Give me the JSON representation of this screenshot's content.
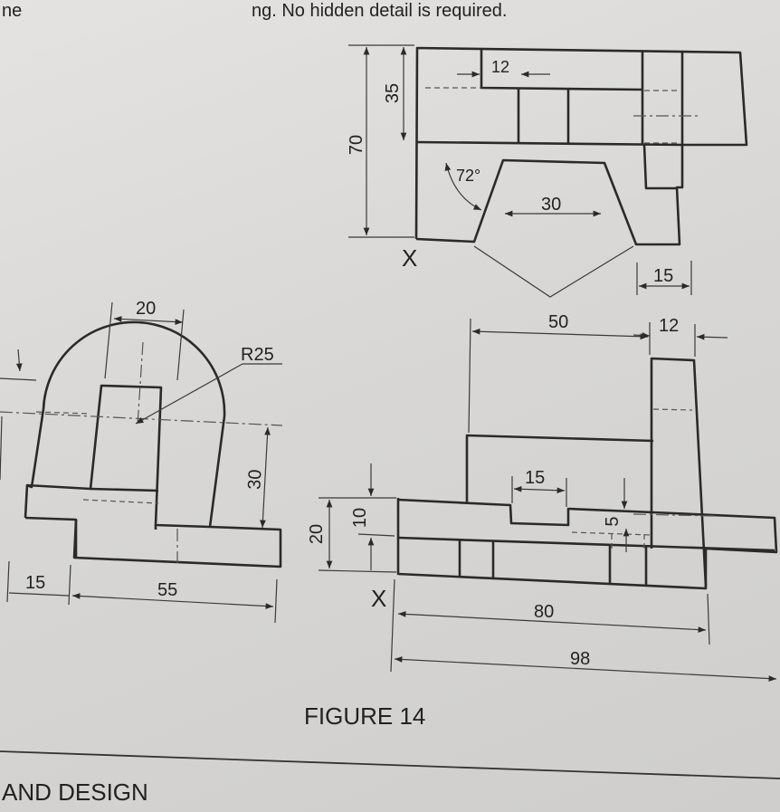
{
  "header": {
    "left_fragment": "ne",
    "instruction_fragment": "ng. No hidden detail is required."
  },
  "plan_view": {
    "dim_70": "70",
    "dim_35": "35",
    "dim_12": "12",
    "angle": "72°",
    "dim_30": "30",
    "dim_15": "15",
    "ref_x": "X"
  },
  "end_view": {
    "dim_20": "20",
    "radius": "R25",
    "dim_30": "30",
    "dim_15": "15",
    "dim_55": "55"
  },
  "front_view": {
    "dim_50": "50",
    "dim_12": "12",
    "dim_15": "15",
    "dim_5": "5",
    "dim_20": "20",
    "dim_10": "10",
    "dim_80": "80",
    "dim_98": "98",
    "ref_x": "X"
  },
  "caption": "FIGURE 14",
  "footer": {
    "section_fragment": "AND DESIGN"
  }
}
